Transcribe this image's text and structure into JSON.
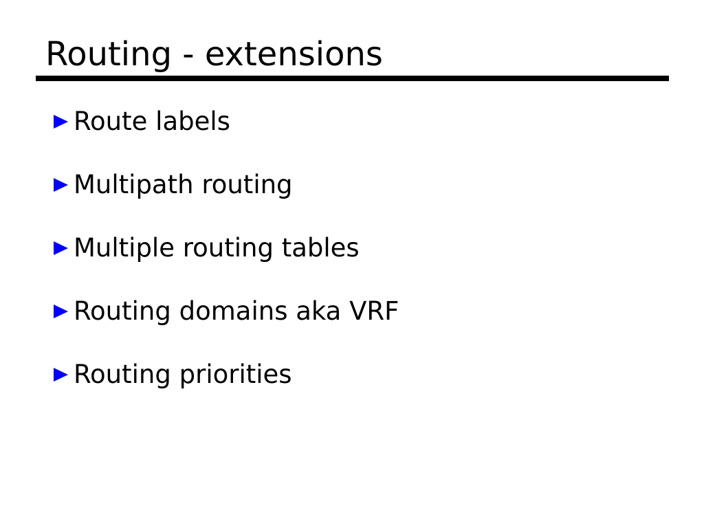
{
  "slide": {
    "title": "Routing - extensions",
    "bullet_icon": "right-triangle-icon",
    "bullets": [
      "Route labels",
      "Multipath routing",
      "Multiple routing tables",
      "Routing domains aka VRF",
      "Routing priorities"
    ],
    "colors": {
      "background": "#ffffff",
      "text": "#000000",
      "rule": "#000000",
      "bullet_blue": "#0000ff"
    }
  }
}
